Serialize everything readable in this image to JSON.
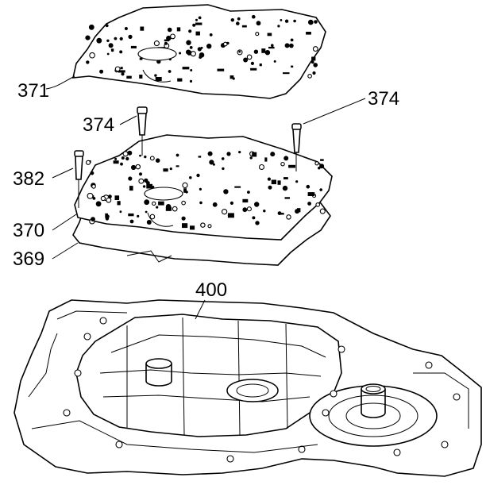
{
  "callouts": {
    "c371": "371",
    "c374a": "374",
    "c374b": "374",
    "c382": "382",
    "c370": "370",
    "c369": "369",
    "c400": "400"
  }
}
